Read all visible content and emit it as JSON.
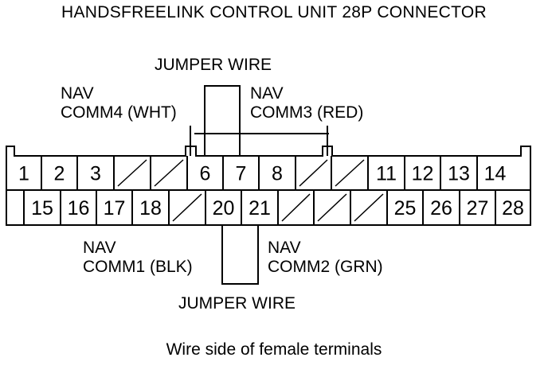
{
  "title": "HANDSFREELINK CONTROL UNIT 28P CONNECTOR",
  "caption": "Wire side of female terminals",
  "jumper_top": "JUMPER WIRE",
  "jumper_bottom": "JUMPER WIRE",
  "nav_comm4": {
    "line1": "NAV",
    "line2": "COMM4 (WHT)"
  },
  "nav_comm3": {
    "line1": "NAV",
    "line2": "COMM3 (RED)"
  },
  "nav_comm1": {
    "line1": "NAV",
    "line2": "COMM1 (BLK)"
  },
  "nav_comm2": {
    "line1": "NAV",
    "line2": "COMM2 (GRN)"
  },
  "connector": {
    "top_row": [
      "1",
      "2",
      "3",
      "",
      "",
      "6",
      "7",
      "8",
      "",
      "",
      "11",
      "12",
      "13",
      "14"
    ],
    "bottom_row": [
      "15",
      "16",
      "17",
      "18",
      "",
      "20",
      "21",
      "",
      "",
      "",
      "25",
      "26",
      "27",
      "28"
    ]
  }
}
